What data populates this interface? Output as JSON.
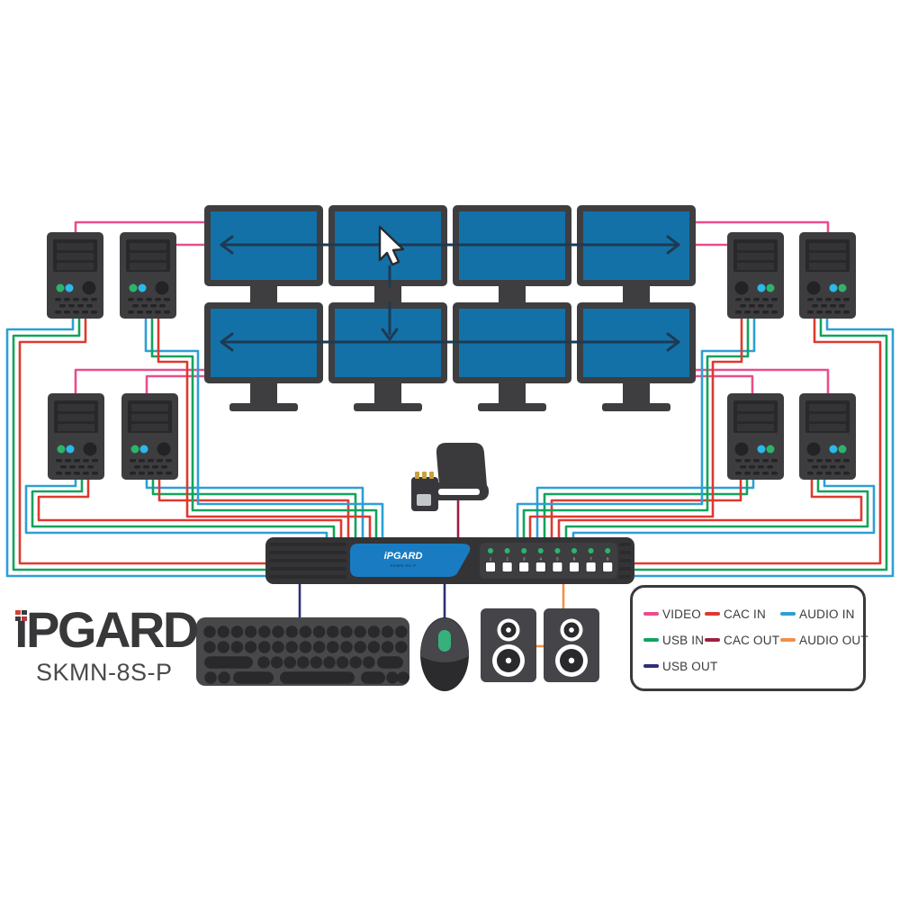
{
  "brand": {
    "logo_text": "iPGARD",
    "model_text": "SKMN-8S-P"
  },
  "kvm": {
    "brand_label": "iPGARD",
    "model_label": "SKMN-8S-P",
    "port_count": 8,
    "port_numbers": [
      "1",
      "2",
      "3",
      "4",
      "5",
      "6",
      "7",
      "8"
    ]
  },
  "legend": {
    "items": [
      {
        "id": "video",
        "label": "VIDEO",
        "color": "#e94d8d"
      },
      {
        "id": "cac-in",
        "label": "CAC IN",
        "color": "#dc3a30"
      },
      {
        "id": "audio-in",
        "label": "AUDIO IN",
        "color": "#2d9fd6"
      },
      {
        "id": "usb-in",
        "label": "USB IN",
        "color": "#12a35c"
      },
      {
        "id": "cac-out",
        "label": "CAC OUT",
        "color": "#9d2040"
      },
      {
        "id": "audio-out",
        "label": "AUDIO OUT",
        "color": "#f19046"
      },
      {
        "id": "usb-out",
        "label": "USB OUT",
        "color": "#2d3076"
      }
    ]
  },
  "colors": {
    "video": "#e94d8d",
    "cac_in": "#dc3a30",
    "audio_in": "#2d9fd6",
    "usb_in": "#12a35c",
    "cac_out": "#9d2040",
    "audio_out": "#f19046",
    "usb_out": "#2d3076",
    "screen_blue": "#1371a8",
    "frame_dark": "#3e3e40",
    "device_dark": "#3d3d40",
    "kvm_blue": "#197cc2",
    "led_green": "#2db46b",
    "led_cyan": "#2cb8e8",
    "arrow": "#1c3b53"
  },
  "diagram": {
    "monitor_count": 8,
    "computer_count": 8
  }
}
